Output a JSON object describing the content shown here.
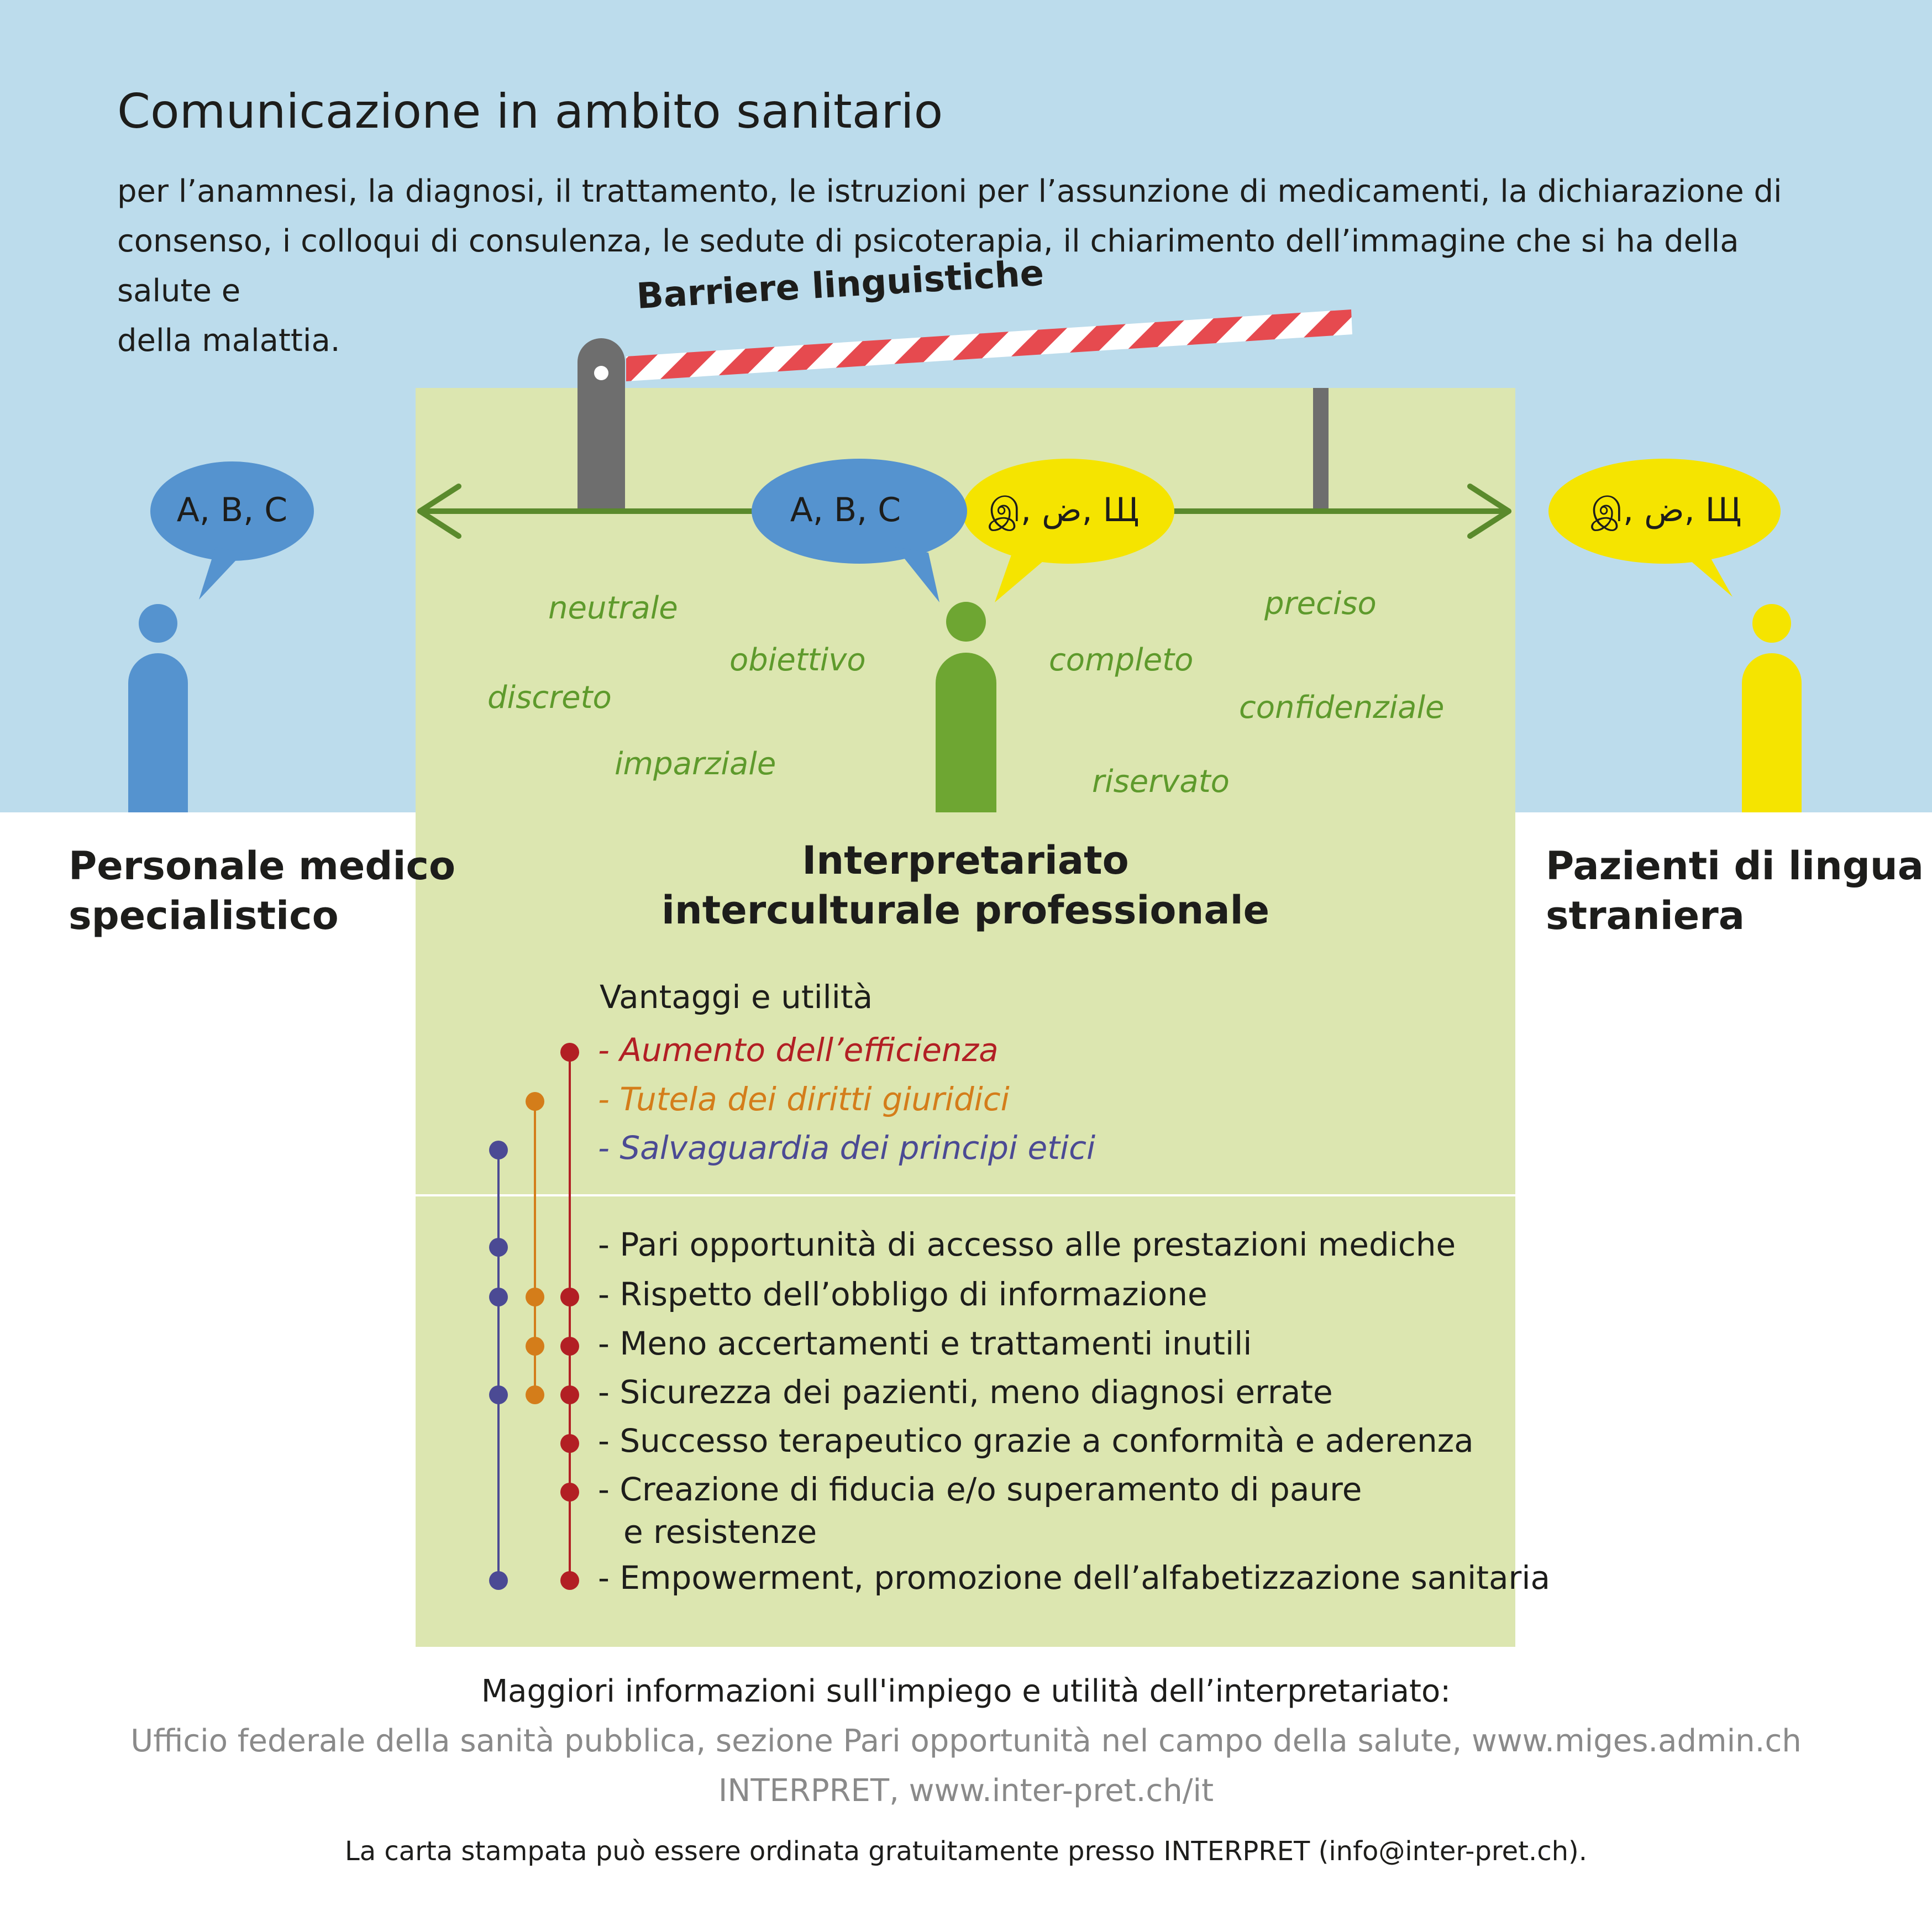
{
  "title": "Comunicazione in ambito sanitario",
  "intro_lines": [
    "per l’anamnesi, la diagnosi, il trattamento, le istruzioni per l’assunzione di medicamenti, la dichiarazione di",
    "consenso, i colloqui di consulenza, le sedute di psicoterapia, il chiarimento dell’immagine che si ha della salute e",
    "della malattia."
  ],
  "barrier_label": "Barriere linguistiche",
  "bubbles": {
    "left": "A, B, C",
    "center_left": "A, B, C",
    "center_right": "இ, ض, Щ",
    "right": "இ, ض, Щ"
  },
  "adjectives": {
    "neutrale": "neutrale",
    "obiettivo": "obiettivo",
    "discreto": "discreto",
    "imparziale": "imparziale",
    "completo": "completo",
    "preciso": "preciso",
    "confidenziale": "confidenziale",
    "riservato": "riservato"
  },
  "left_party": {
    "line1": "Personale medico",
    "line2": "specialistico"
  },
  "center_party": {
    "line1": "Interpretariato",
    "line2": "interculturale professionale"
  },
  "right_party": {
    "line1": "Pazienti di lingua",
    "line2": "straniera"
  },
  "benefits": {
    "title": "Vantaggi e utilità",
    "categories": [
      {
        "text": "- Aumento dell’efficienza",
        "color": "#b21f24"
      },
      {
        "text": "- Tutela dei diritti giuridici",
        "color": "#d47d1a"
      },
      {
        "text": "- Salvaguardia dei principi etici",
        "color": "#4b4a94"
      }
    ],
    "items": [
      "- Pari opportunità di accesso alle prestazioni mediche",
      "- Rispetto dell’obbligo di informazione",
      "- Meno accertamenti e trattamenti inutili",
      "- Sicurezza dei pazienti, meno diagnosi errate",
      "- Successo terapeutico grazie a conformità e aderenza",
      "- Creazione di fiducia e/o superamento di paure",
      "e resistenze",
      "- Empowerment, promozione dell’alfabetizzazione sanitaria"
    ]
  },
  "footer": {
    "more_info": "Maggiori informazioni sull'impiego e utilità dell’interpretariato:",
    "link1": "Ufficio federale della sanità pubblica, sezione Pari opportunità nel campo della salute, www.miges.admin.ch",
    "link2": "INTERPRET, www.inter-pret.ch/it",
    "order": "La carta stampata può essere ordinata gratuitamente presso INTERPRET (info@inter-pret.ch)."
  },
  "colors": {
    "sky": "#bcdcec",
    "panel": "#dce6b0",
    "blue_person": "#5593cf",
    "green_person": "#6ea632",
    "yellow_person": "#f5e400",
    "adjective_green": "#5e9a2c",
    "link_gray": "#8a8a8a"
  }
}
